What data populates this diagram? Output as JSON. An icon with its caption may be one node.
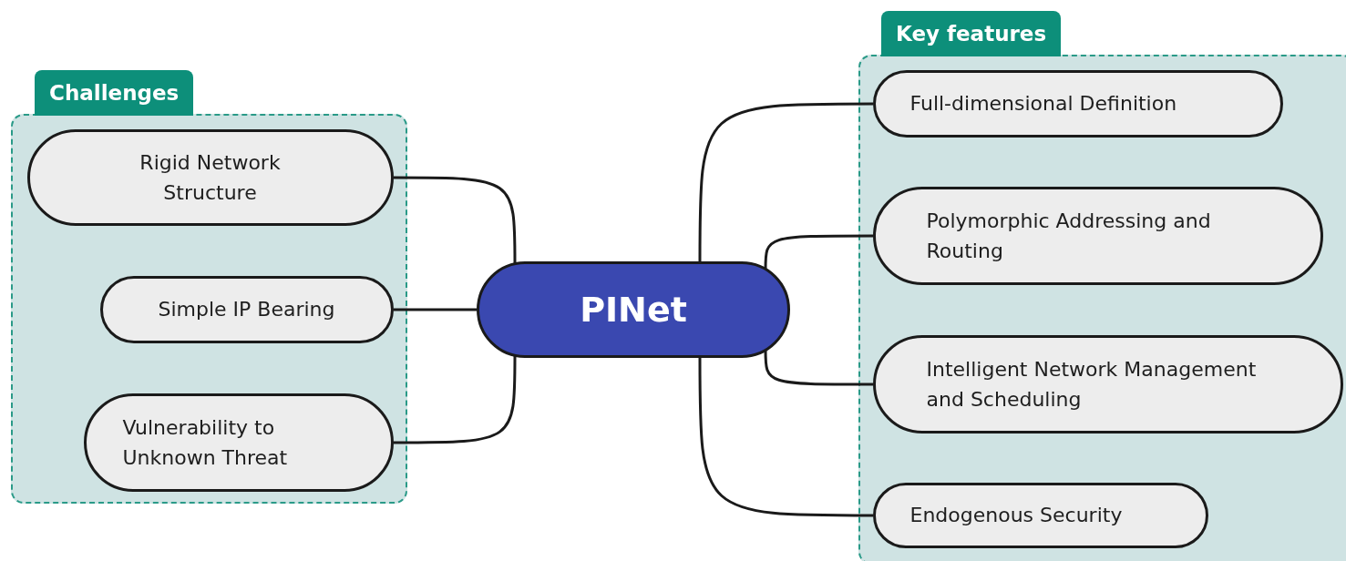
{
  "diagram": {
    "nodes": [
      {
        "text": [
          "Challenges"
        ]
      },
      {
        "text": [
          "Rigid Network Structure"
        ],
        "in": 0
      },
      {
        "text": [
          "Simple IP Bearing"
        ],
        "in": 0
      },
      {
        "text": [
          "Vulnerability to Unknown Threat"
        ],
        "in": 0
      },
      {
        "text": [
          "PINet"
        ]
      },
      {
        "text": [
          "Key features"
        ]
      },
      {
        "text": [
          "Full-dimensional Definition"
        ],
        "in": 5
      },
      {
        "text": [
          "Polymorphic Addressing and Routing"
        ],
        "in": 5
      },
      {
        "text": [
          "Intelligent Network Management and Scheduling"
        ],
        "in": 5
      },
      {
        "text": [
          "Endogenous Security"
        ],
        "in": 5
      }
    ],
    "edges": [
      {
        "from": 4,
        "to": 1,
        "arrow": "none"
      },
      {
        "from": 4,
        "to": 2,
        "arrow": "none"
      },
      {
        "from": 4,
        "to": 3,
        "arrow": "none"
      },
      {
        "from": 4,
        "to": 6,
        "arrow": "none"
      },
      {
        "from": 4,
        "to": 7,
        "arrow": "none"
      },
      {
        "from": 4,
        "to": 8,
        "arrow": "none"
      },
      {
        "from": 4,
        "to": 9,
        "arrow": "none"
      }
    ]
  }
}
